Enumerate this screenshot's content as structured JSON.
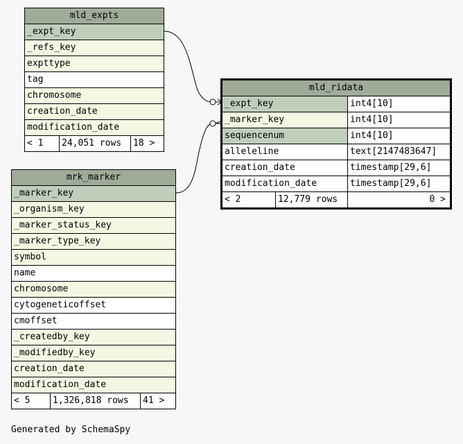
{
  "tables": {
    "mld_expts": {
      "title": "mld_expts",
      "columns": [
        {
          "name": "_expt_key",
          "kind": "pk"
        },
        {
          "name": "_refs_key",
          "kind": "fk"
        },
        {
          "name": "expttype",
          "kind": "fk"
        },
        {
          "name": "tag",
          "kind": "plain"
        },
        {
          "name": "chromosome",
          "kind": "fk"
        },
        {
          "name": "creation_date",
          "kind": "fk"
        },
        {
          "name": "modification_date",
          "kind": "fk"
        }
      ],
      "footer": {
        "parents": "< 1",
        "rows": "24,051 rows",
        "children": "18 >"
      }
    },
    "mrk_marker": {
      "title": "mrk_marker",
      "columns": [
        {
          "name": "_marker_key",
          "kind": "pk"
        },
        {
          "name": "_organism_key",
          "kind": "fk"
        },
        {
          "name": "_marker_status_key",
          "kind": "fk"
        },
        {
          "name": "_marker_type_key",
          "kind": "fk"
        },
        {
          "name": "symbol",
          "kind": "fk"
        },
        {
          "name": "name",
          "kind": "plain"
        },
        {
          "name": "chromosome",
          "kind": "fk"
        },
        {
          "name": "cytogeneticoffset",
          "kind": "plain"
        },
        {
          "name": "cmoffset",
          "kind": "plain"
        },
        {
          "name": "_createdby_key",
          "kind": "fk"
        },
        {
          "name": "_modifiedby_key",
          "kind": "fk"
        },
        {
          "name": "creation_date",
          "kind": "fk"
        },
        {
          "name": "modification_date",
          "kind": "fk"
        }
      ],
      "footer": {
        "parents": "< 5",
        "rows": "1,326,818 rows",
        "children": "41 >"
      }
    },
    "mld_ridata": {
      "title": "mld_ridata",
      "columns": [
        {
          "name": "_expt_key",
          "type": "int4[10]",
          "kind": "pk"
        },
        {
          "name": "_marker_key",
          "type": "int4[10]",
          "kind": "fk"
        },
        {
          "name": "sequencenum",
          "type": "int4[10]",
          "kind": "pk"
        },
        {
          "name": "alleleline",
          "type": "text[2147483647]",
          "kind": "plain"
        },
        {
          "name": "creation_date",
          "type": "timestamp[29,6]",
          "kind": "plain"
        },
        {
          "name": "modification_date",
          "type": "timestamp[29,6]",
          "kind": "plain"
        }
      ],
      "footer": {
        "parents": "< 2",
        "rows": "12,779 rows",
        "children": "0 >"
      }
    }
  },
  "relationships": [
    {
      "from": "mld_ridata._expt_key",
      "to": "mld_expts._expt_key"
    },
    {
      "from": "mld_ridata._marker_key",
      "to": "mrk_marker._marker_key"
    }
  ],
  "generated_by": "Generated by SchemaSpy"
}
